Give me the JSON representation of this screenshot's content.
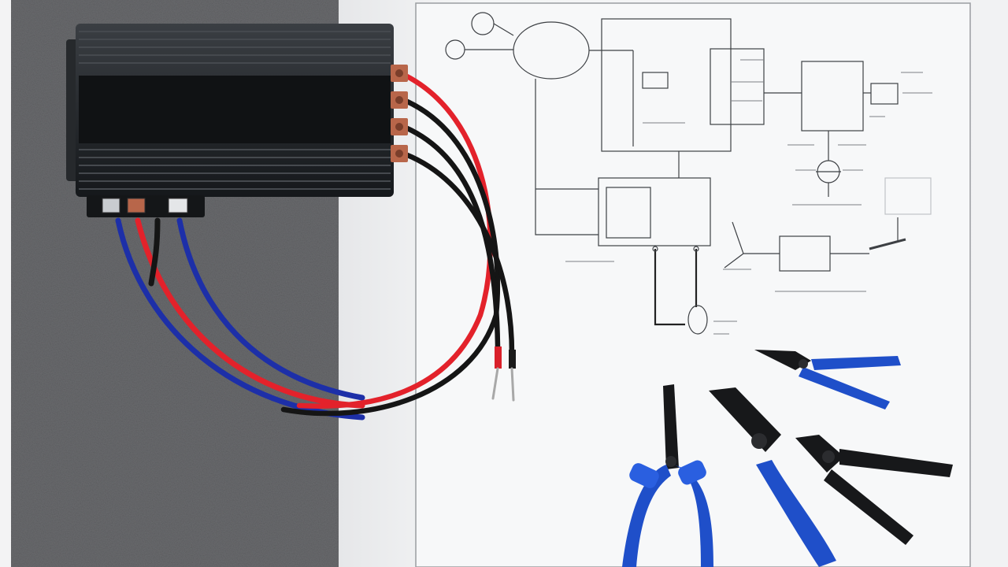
{
  "scene": {
    "description_tags": [
      "amplifier",
      "wiring-diagram",
      "pliers",
      "cables"
    ],
    "colors": {
      "felt": "#5e5f62",
      "paper": "#f4f5f6",
      "amp_body": "#1e2124",
      "amp_fin": "#2d3034",
      "wire_red": "#e3222b",
      "wire_blue": "#1d2fa8",
      "wire_black": "#151515",
      "plier_blue": "#1f4fc9",
      "plier_black": "#17181a",
      "terminal": "#b8664a"
    }
  },
  "amplifier": {
    "terminal_labels": [
      "",
      "",
      ""
    ]
  },
  "diagram": {
    "labels": []
  }
}
